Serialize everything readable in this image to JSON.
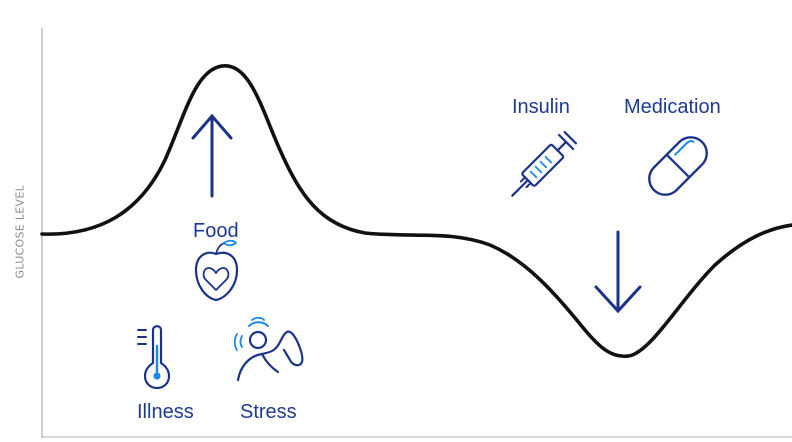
{
  "axis": {
    "y_label": "GLUCOSE LEVEL"
  },
  "factors": {
    "food": "Food",
    "illness": "Illness",
    "stress": "Stress",
    "insulin": "Insulin",
    "medication": "Medication"
  },
  "colors": {
    "curve": "#111111",
    "label": "#1f3a93",
    "icon_dark": "#1a3388",
    "icon_accent": "#1e88e5",
    "axis_line": "#b0b0b0",
    "axis_text": "#8c8c8c"
  },
  "icons": {
    "up_arrow": "arrow-up-icon",
    "down_arrow": "arrow-down-icon",
    "food": "apple-heart-icon",
    "illness": "thermometer-icon",
    "stress": "stressed-person-icon",
    "insulin": "syringe-icon",
    "medication": "capsule-icon"
  }
}
